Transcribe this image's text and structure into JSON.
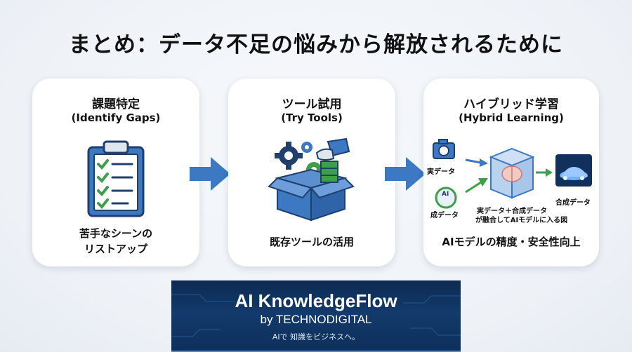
{
  "title": "まとめ：データ不足の悩みから解放されるために",
  "steps": [
    {
      "title": "課題特定",
      "subtitle": "(Identify Gaps)",
      "caption_line1": "苦手なシーンの",
      "caption_line2": "リストアップ",
      "icon": "clipboard-checklist-icon"
    },
    {
      "title": "ツール試用",
      "subtitle": "(Try Tools)",
      "caption": "既存ツールの活用",
      "icon": "toolbox-gears-icon"
    },
    {
      "title": "ハイブリッド学習",
      "subtitle": "(Hybrid Learning)",
      "caption": "AIモデルの精度・安全性向上",
      "icon": "hybrid-learning-diagram",
      "labels": {
        "real": "実データ",
        "synthetic_prefix": "成データ",
        "merge_line1": "実データ＋合成データ",
        "merge_line2": "が融合してAIモデルに入る図",
        "output": "合成データ",
        "ai_badge": "AI"
      }
    }
  ],
  "banner": {
    "title": "AI KnowledgeFlow",
    "by": "by TECHNODIGITAL",
    "tagline": "AIで 知識をビジネスへ。"
  },
  "colors": {
    "accent": "#3d78c2",
    "green": "#3e9e4a",
    "navy": "#1f3f6d",
    "banner": "#0f3261"
  }
}
